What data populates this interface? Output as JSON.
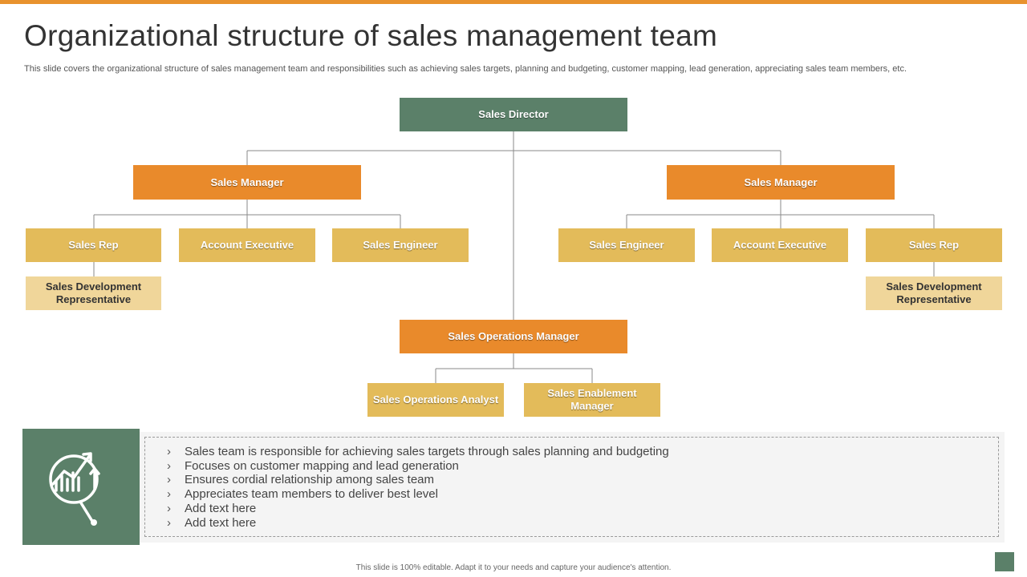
{
  "slide": {
    "title": "Organizational structure of sales management team",
    "subtitle": "This slide covers the organizational structure of sales management team and responsibilities such as achieving sales targets, planning and budgeting, customer mapping, lead generation, appreciating sales team members, etc.",
    "footer": "This slide is 100% editable.  Adapt it to your needs and capture your audience's attention."
  },
  "colors": {
    "top_bar": "#e8922e",
    "director": "#5b8069",
    "manager": "#e98a2b",
    "role": "#e3bb5a",
    "sub_role": "#f0d69a",
    "panel_icon_bg": "#5b8069",
    "connector": "#8a8a8a",
    "corner_square": "#5b8069"
  },
  "org_chart": {
    "director": "Sales Director",
    "left_manager": {
      "label": "Sales Manager",
      "reports": [
        "Sales Rep",
        "Account Executive",
        "Sales Engineer"
      ],
      "rep_sub": "Sales Development Representative"
    },
    "right_manager": {
      "label": "Sales Manager",
      "reports": [
        "Sales Engineer",
        "Account Executive",
        "Sales Rep"
      ],
      "rep_sub": "Sales Development Representative"
    },
    "operations_manager": {
      "label": "Sales Operations Manager",
      "reports": [
        "Sales Operations Analyst",
        "Sales Enablement Manager"
      ]
    }
  },
  "panel": {
    "icon": "growth-chart-magnifier-icon",
    "bullet_glyph": "›",
    "bullets": [
      "Sales team is responsible for achieving sales targets through sales planning and budgeting",
      "Focuses on customer mapping and lead generation",
      "Ensures cordial relationship among sales team",
      "Appreciates team members to deliver best level",
      "Add text here",
      "Add text here"
    ]
  }
}
